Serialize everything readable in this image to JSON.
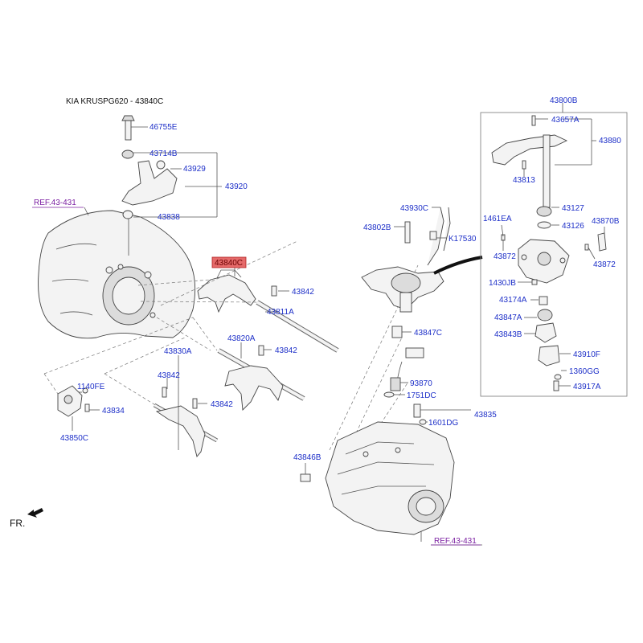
{
  "header": {
    "title": "KIA KRUSPG620 - 43840C"
  },
  "highlight_part": "43840C",
  "references": {
    "ref_left": "REF.43-431",
    "ref_right": "REF.43-431"
  },
  "direction_label": "FR.",
  "colors": {
    "label": "#1d2fc8",
    "reference": "#7b1fa2",
    "highlight": "#e56a6a"
  },
  "parts": {
    "p46755E": "46755E",
    "p43714B": "43714B",
    "p43929": "43929",
    "p43920": "43920",
    "p43838": "43838",
    "p43840C": "43840C",
    "p43842a": "43842",
    "p43811A": "43811A",
    "p43820A": "43820A",
    "p43842b": "43842",
    "p43830A": "43830A",
    "p43842c": "43842",
    "p43842d": "43842",
    "p1140FE": "1140FE",
    "p43834": "43834",
    "p43850C": "43850C",
    "p43930C": "43930C",
    "p43802B": "43802B",
    "pK17530": "K17530",
    "p43847C": "43847C",
    "p93870": "93870",
    "p1751DC": "1751DC",
    "p43835": "43835",
    "p1601DG": "1601DG",
    "p43846B": "43846B",
    "p43800B": "43800B",
    "p43657A": "43657A",
    "p43880": "43880",
    "p43813": "43813",
    "p43127": "43127",
    "p1461EA": "1461EA",
    "p43870B": "43870B",
    "p43126": "43126",
    "p43872a": "43872",
    "p43872b": "43872",
    "p1430JB": "1430JB",
    "p43174A": "43174A",
    "p43847A": "43847A",
    "p43843B": "43843B",
    "p43910F": "43910F",
    "p1360GG": "1360GG",
    "p43917A": "43917A"
  }
}
